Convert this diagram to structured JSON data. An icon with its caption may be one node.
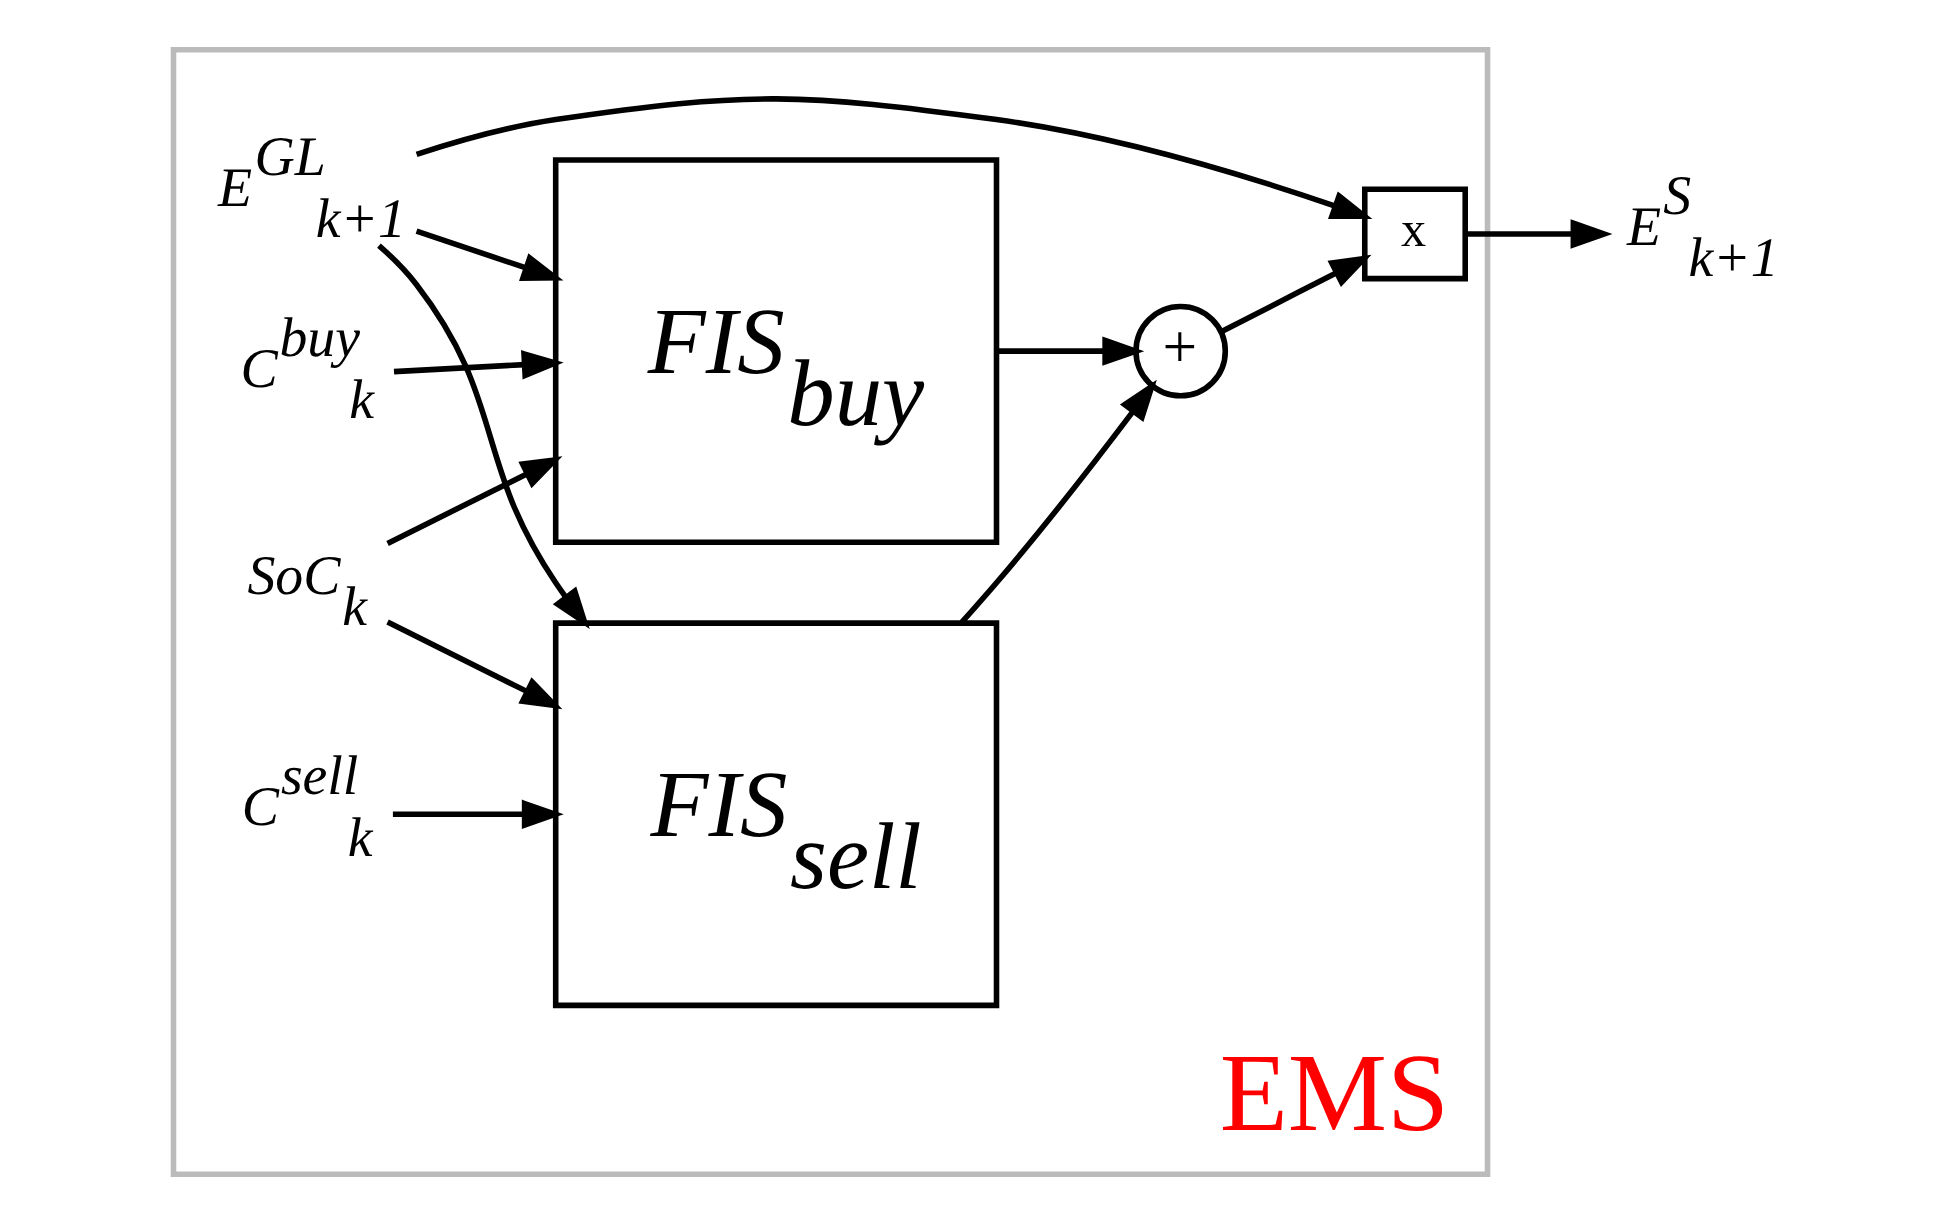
{
  "diagram": {
    "nodes": [
      {
        "text": [
          "EMS"
        ]
      },
      {
        "text": [
          "E$^{GL}$$_{k+1}$"
        ],
        "in": 0
      },
      {
        "text": [
          "SoC$_{k}$"
        ],
        "in": 0
      },
      {
        "text": [
          "C$^{sell}$$_{k}$"
        ],
        "in": 0
      },
      {
        "text": [
          "C$^{buy}$$_{k}$"
        ],
        "in": 0
      },
      {
        "text": [
          "FIS$_{sell}$"
        ],
        "in": 0
      },
      {
        "text": [
          "FIS$_{buy}$"
        ],
        "in": 0
      },
      {
        "text": [
          "+"
        ],
        "in": 0
      },
      {
        "text": [
          "x"
        ],
        "in": 0
      },
      {
        "text": [
          "E$^{S}$$_{k+1}$"
        ]
      }
    ],
    "edges": [
      {
        "from": 1,
        "to": 5,
        "arrow": "to"
      },
      {
        "from": 1,
        "to": 6,
        "arrow": "to"
      },
      {
        "from": 1,
        "to": 8,
        "arrow": "to"
      },
      {
        "from": 2,
        "to": 5,
        "arrow": "to"
      },
      {
        "from": 2,
        "to": 6,
        "arrow": "to"
      },
      {
        "from": 3,
        "to": 5,
        "arrow": "to"
      },
      {
        "from": 4,
        "to": 6,
        "arrow": "to"
      },
      {
        "from": 5,
        "to": 7,
        "arrow": "to"
      },
      {
        "from": 6,
        "to": 7,
        "arrow": "to"
      },
      {
        "from": 7,
        "to": 8,
        "arrow": "to"
      },
      {
        "from": 8,
        "to": 9,
        "arrow": "to"
      }
    ]
  }
}
